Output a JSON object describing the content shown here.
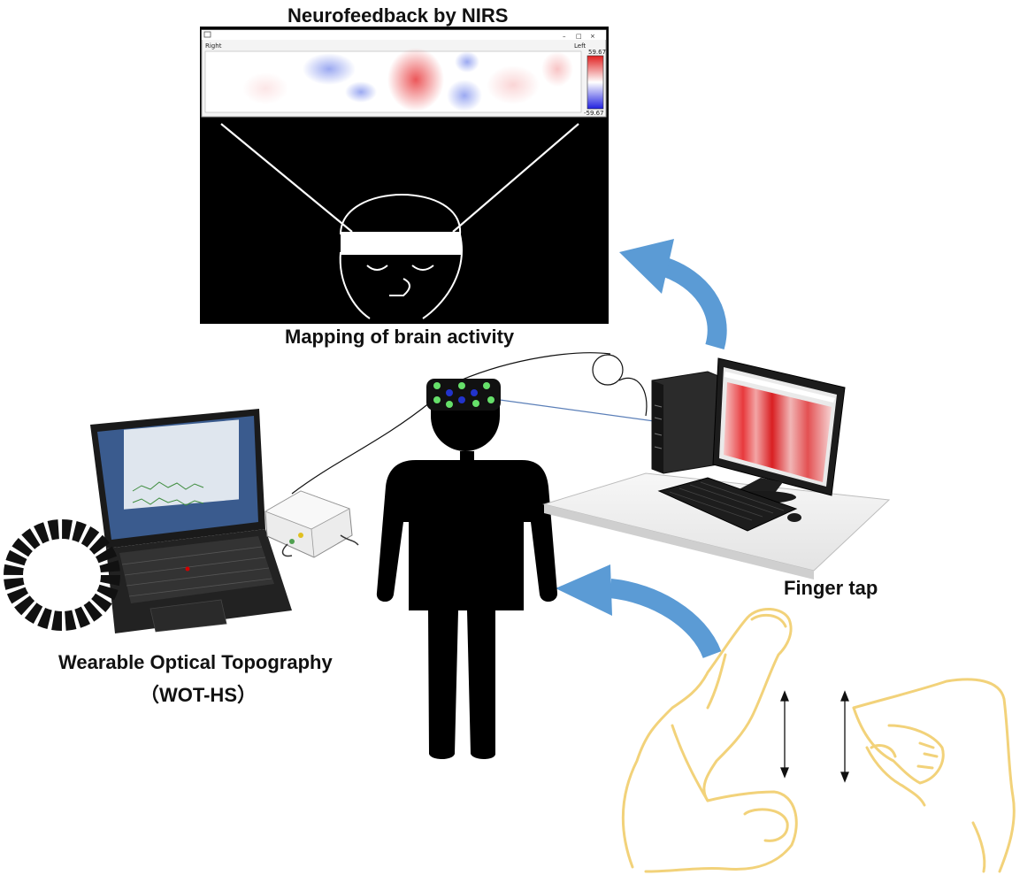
{
  "title": "Neurofeedback by NIRS",
  "screen_caption": "Mapping of brain activity",
  "device_label_line1": "Wearable Optical Topography",
  "device_label_line2": "（WOT-HS）",
  "finger_tap_label": "Finger tap",
  "nirs_window": {
    "side_right": "Right",
    "side_left": "Left",
    "scale_max": "59.67",
    "scale_min": "-59.67"
  },
  "colors": {
    "arrow": "#5b9bd5",
    "hand_outline": "#f2d27a",
    "sensor_green": "#66e06a",
    "sensor_blue": "#2233cc",
    "heat_red": "#e8393c",
    "heat_blue": "#4a63e6"
  }
}
